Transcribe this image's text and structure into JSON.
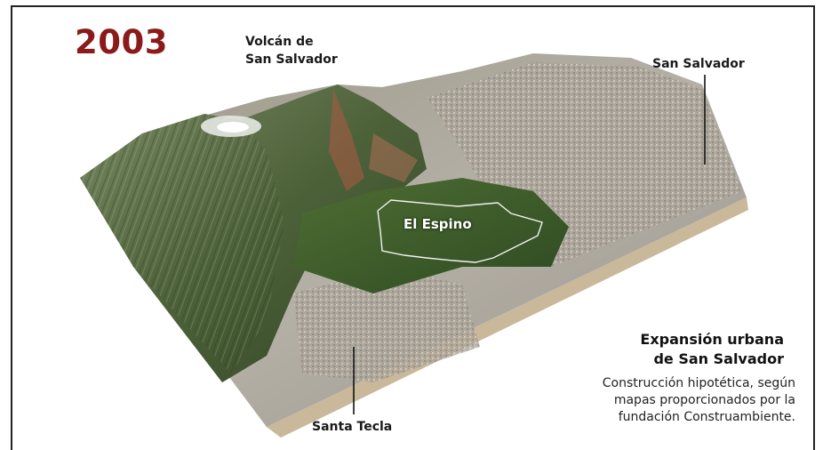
{
  "year_label": "2003",
  "labels": {
    "volcano_line1": "Volcán de",
    "volcano_line2": "San Salvador",
    "city_san_salvador": "San Salvador",
    "el_espino": "El Espino",
    "santa_tecla": "Santa Tecla"
  },
  "info": {
    "title_line1": "Expansión urbana",
    "title_line2": "de San Salvador",
    "body_line1": "Construcción hipotética, según",
    "body_line2": "mapas proporcionados por la",
    "body_line3": "fundación Construambiente."
  },
  "colors": {
    "year": "#8b1a1a",
    "forest": "#3f5c2b",
    "urban": "#a8a49c",
    "volcano": "#5d6e4a",
    "base_edge": "#c9b99a"
  }
}
